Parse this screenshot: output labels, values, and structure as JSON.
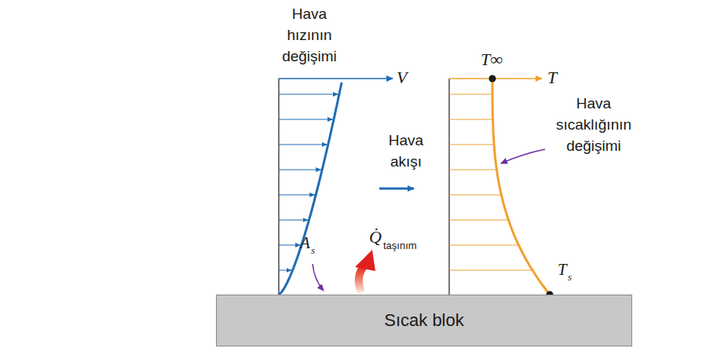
{
  "diagram": {
    "nodes": [
      {
        "text": [
          "Sıcak blok"
        ]
      }
    ],
    "labels": [
      "Hava hızının değişimi",
      "V",
      "Hava akışı",
      "T∞",
      "T",
      "Hava sıcaklığının değişimi",
      "Q̇",
      "taşınım",
      "A",
      "s",
      "T",
      "s"
    ]
  }
}
